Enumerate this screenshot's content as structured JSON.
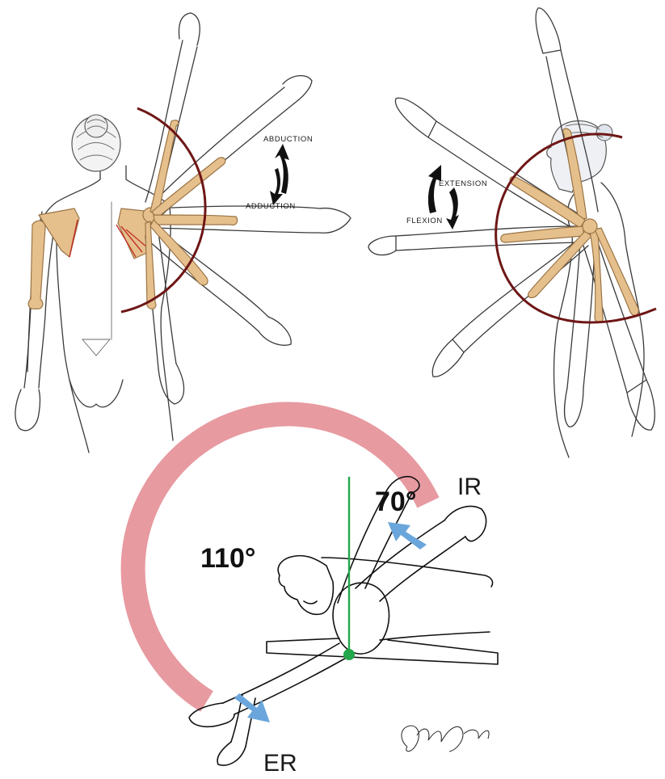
{
  "panel_abduction": {
    "label_abduction": "ABDUCTION",
    "label_adduction": "ADDUCTION"
  },
  "panel_flexion": {
    "label_extension": "EXTENSION",
    "label_flexion": "FLEXION"
  },
  "panel_rotation": {
    "angle_ir": "70°",
    "angle_er": "110°",
    "label_ir": "IR",
    "label_er": "ER",
    "signature_text": "Adam Yorke"
  },
  "colors": {
    "bone": "#e6c08c",
    "arc_dark_red": "#6e1616",
    "rotation_arc_pink": "#e79aa0",
    "pivot_green": "#22a84a",
    "arrow_blue": "#6aa6dc",
    "scapula_edge": "#c0342a"
  }
}
